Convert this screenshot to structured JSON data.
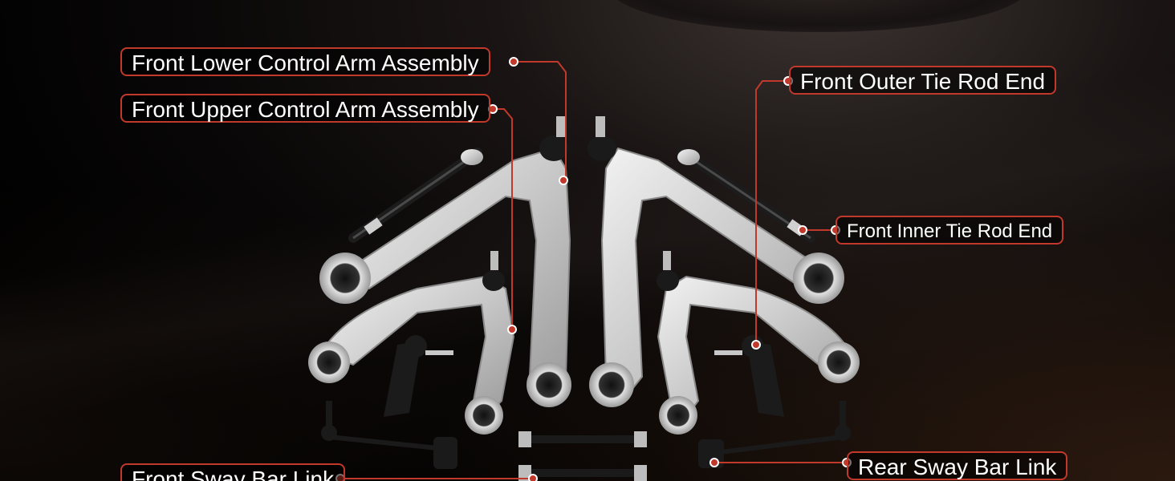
{
  "labels": {
    "front_lower_control_arm": "Front Lower Control Arm Assembly",
    "front_upper_control_arm": "Front Upper Control Arm Assembly",
    "front_outer_tie_rod": "Front Outer Tie Rod End",
    "front_inner_tie_rod": "Front Inner Tie Rod End",
    "front_sway_bar_link": "Front Sway Bar Link",
    "rear_sway_bar_link": "Rear Sway Bar Link"
  },
  "colors": {
    "accent": "#c0392b",
    "part_metal": "#d8d8d8",
    "part_dark": "#1a1a1a"
  }
}
